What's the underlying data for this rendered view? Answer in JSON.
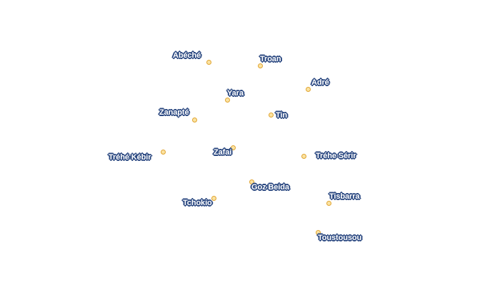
{
  "map": {
    "places": [
      {
        "name": "Abéché"
      },
      {
        "name": "Troan"
      },
      {
        "name": "Adré"
      },
      {
        "name": "Yara"
      },
      {
        "name": "Zanapté"
      },
      {
        "name": "Tin"
      },
      {
        "name": "Zafai"
      },
      {
        "name": "Tréhé Kébir"
      },
      {
        "name": "Tréhe Sérir"
      },
      {
        "name": "Goz Beida"
      },
      {
        "name": "Tisbarra"
      },
      {
        "name": "Tchokio"
      },
      {
        "name": "Toustousou"
      }
    ],
    "colors": {
      "marker_fill": "#fbe3a2",
      "marker_stroke": "#e0a431",
      "label_text": "#ffffff",
      "label_halo": "#2d4a82"
    }
  }
}
